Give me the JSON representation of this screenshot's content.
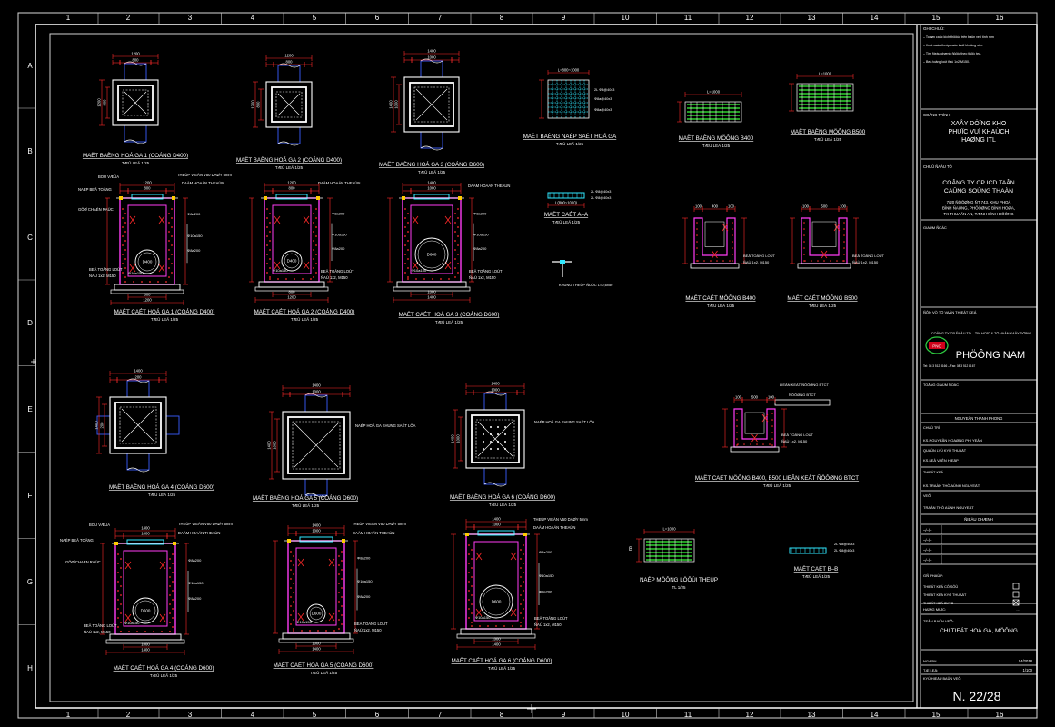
{
  "colors": {
    "background": "#000000",
    "frame": "#e0e0e0",
    "wall": "#ff3cf5",
    "rebar": "#ff2a2a",
    "dimension": "#ff2a2a",
    "pipe": "#3a5cff",
    "text": "#ffffff",
    "grating": "#2fd12f",
    "cyan": "#30e8ff"
  },
  "grid": {
    "columns": [
      "1",
      "2",
      "3",
      "4",
      "5",
      "6",
      "7",
      "8",
      "9",
      "10",
      "11",
      "12",
      "13",
      "14",
      "15",
      "16"
    ],
    "rows": [
      "A",
      "B",
      "C",
      "D",
      "E",
      "F",
      "G",
      "H"
    ]
  },
  "drawings": [
    {
      "title": "MAËT BAÈNG HOÁ GA 1 (COÁNG D400)",
      "scale": "TÆÛ LEÄ 1/25",
      "dims": [
        "1200",
        "200",
        "800",
        "200"
      ]
    },
    {
      "title": "MAËT BAÈNG HOÁ GA 2 (COÁNG D400)",
      "scale": "TÆÛ LEÄ 1/25",
      "dims": [
        "1200",
        "200",
        "800",
        "200"
      ]
    },
    {
      "title": "MAËT BAÈNG HOÁ GA 3 (COÁNG D600)",
      "scale": "TÆÛ LEÄ 1/25",
      "dims": [
        "1400",
        "200",
        "1000",
        "200"
      ]
    },
    {
      "title": "MAËT BAÈNG NAÉP SAÉT HOÁ GA",
      "scale": "TÆÛ LEÄ 1/25",
      "dims": [
        "L=800~1000",
        "2L Φ8@40x3"
      ]
    },
    {
      "title": "MAËT BAÈNG MÖÔNG B400",
      "scale": "TÆÛ LEÄ 1/25",
      "dims": [
        "L=1000",
        "10",
        "10"
      ]
    },
    {
      "title": "MAËT BAÈNG MÖÔNG B500",
      "scale": "TÆÛ LEÄ 1/25",
      "dims": [
        "L=1000",
        "10",
        "10"
      ]
    },
    {
      "title": "MAËT CAÉT HOÁ GA 1 (COÁNG D400)",
      "scale": "TÆÛ LEÄ 1/25",
      "dims": [
        "1200",
        "200",
        "800",
        "200"
      ],
      "pipe": "D400"
    },
    {
      "title": "MAËT CAÉT HOÁ GA 2 (COÁNG D400)",
      "scale": "TÆÛ LEÄ 1/25",
      "dims": [
        "1200",
        "200",
        "800",
        "200"
      ],
      "pipe": "D400"
    },
    {
      "title": "MAËT CAÉT HOÁ GA 3 (COÁNG D600)",
      "scale": "TÆÛ LEÄ 1/25",
      "dims": [
        "1400",
        "200",
        "1000",
        "200"
      ],
      "pipe": "D600"
    },
    {
      "title": "MAËT CAÉT A–A",
      "scale": "TÆÛ LEÄ 1/25",
      "dims": [
        "L(800~1000)"
      ]
    },
    {
      "title": "MAËT CAÉT MÖÔNG B400",
      "scale": "TÆÛ LEÄ 1/25",
      "dims": [
        "100",
        "400",
        "100"
      ]
    },
    {
      "title": "MAËT CAÉT MÖÔNG B500",
      "scale": "TÆÛ LEÄ 1/25",
      "dims": [
        "100",
        "500",
        "100"
      ]
    },
    {
      "title": "MAËT BAÈNG HOÁ GA 4 (COÁNG D600)",
      "scale": "TÆÛ LEÄ 1/25",
      "dims": [
        "1400",
        "100",
        "200",
        "1000",
        "200",
        "100"
      ]
    },
    {
      "title": "MAËT BAÈNG HOÁ GA 5 (COÁNG D600)",
      "scale": "TÆÛ LEÄ 1/25",
      "dims": [
        "1400",
        "200",
        "1000",
        "200"
      ]
    },
    {
      "title": "MAËT BAÈNG HOÁ GA 6 (COÁNG D600)",
      "scale": "TÆÛ LEÄ 1/25",
      "dims": [
        "1400",
        "200",
        "1000",
        "200"
      ]
    },
    {
      "title": "MAËT CAÉT MÖÔNG B400, B500 LIEÂN KEÁT ÑÖÔØNG BTCT",
      "scale": "TÆÛ LEÄ 1/25",
      "dims": [
        "100",
        "500",
        "100"
      ]
    },
    {
      "title": "MAËT CAÉT HOÁ GA 4 (COÁNG D600)",
      "scale": "TÆÛ LEÄ 1/25",
      "dims": [
        "1400",
        "200",
        "1000",
        "200"
      ],
      "pipe": "D600"
    },
    {
      "title": "MAËT CAÉT HOÁ GA 5 (COÁNG D600)",
      "scale": "TÆÛ LEÄ 1/25",
      "dims": [
        "1400",
        "200",
        "1000",
        "200"
      ],
      "pipe": "D600"
    },
    {
      "title": "MAËT CAÉT HOÁ GA 6 (COÁNG D600)",
      "scale": "TÆÛ LEÄ 1/25",
      "dims": [
        "1400",
        "200",
        "1000",
        "200"
      ],
      "pipe": "D600"
    },
    {
      "title": "NAÉP MÖÔNG LÖÔÙI THEÙP",
      "scale": "TL 1/25",
      "dims": [
        "L=1000"
      ]
    },
    {
      "title": "MAËT CAÉT B–B",
      "scale": "TÆÛ LEÄ 1/25",
      "dims": []
    }
  ],
  "annotations": {
    "lid": "BOÙ VÆÛA",
    "angle_steel": "THEÙP VIEÀN V50 DAØY 5mm",
    "cover": "NAÉP BEÂ TOÂNG",
    "ledge": "GÔØ CHAÉN RAÙC",
    "beam": "DAÀM HOAÁN THEAÙN",
    "lining": "BEÂ TOÂNG LOÙT",
    "lining_grade": "ÑAÙ 1x2, M150",
    "lid_note": "NAÉP HOÁ GA KHUNG SAÉT LÖA",
    "grating_steel": "KHUNG THEÙP ÑUÙC L=0,6x50",
    "joint": "LIEÂN KEÁT ÑÖÔØNG BTCT",
    "road": "ÑÖÔØNG BTCT"
  },
  "title_block": {
    "notes_label": "GHI CHUÙ:",
    "notes": [
      "– Toaøn caùc kích thöôùc trên baûn veõ tính mm",
      "– Keát caáu theùp caùc loaïi khoâng sôn.",
      "– Tim ñieàu chænh ñöôïc theo thöïc teá.",
      "– Beâ toâng loùt ñaù 1x2 M150."
    ],
    "project_label": "COÂNG TRÌNH:",
    "project": "XAÂY DÖÏNG KHO PHUÏC VUÏ KHAÙCH HAØNG ITL",
    "owner_label": "CHUÛ ÑAÀU TÖ",
    "owner": "COÂNG TY CP ICD TAÂN CAÛNG SOÙNG THAÀN",
    "address": "7/20 ÑÖÔØNG ÑT 743, KHU PHOÁ BÌNH ÑAÙNG, PHÖÔØNG BÌNH HOØA, TX THUAÄN AN, TÆNH BÌNH DÖÔNG",
    "approve_label": "GIAÙM ÑOÁC",
    "consultant_label": "ÑÔN VÒ TÖ VAÁN THIEÁT KEÁ",
    "consultant": "COÂNG TY CP ÑAÀU TÖ – TIN HOÏC & TÖ VAÁN XAÂY DÖÏNG",
    "brand": "PHÖÔNG NAM",
    "logo": "PNC",
    "contact": "Tel: 08 3 512 8166 – Fax: 08 3 512 8167",
    "director_label": "TOÅNG GIAÙM ÑOÁC",
    "director": "NGUYEÃN THANH PHONG",
    "chair_label": "CHUÛ TRÌ",
    "chair": "KS.NGUYEÃN HOAØNG PHI YEÁN",
    "qa_label": "QUAÛN LYÙ KYÕ THUAÄT",
    "qa": "KS.LEÂ VAÊN HIEÄP",
    "design_label": "THIEÁT KEÁ",
    "design": "KS.TRAÀN THÒ AÙNH NGUYEÄT",
    "draw_label": "VEÕ",
    "draw": "TRAÀN THÒ AÙNH NGUYEÄT",
    "rev_label": "ÑIEÀU CHÆNH",
    "revisions": [
      "–/–/–",
      "–/–/–",
      "–/–/–",
      "–/–/–"
    ],
    "phase_label": "GÑ PHAÙP:",
    "phase_items": [
      "THIEÁT KEÁ CÔ SÔÛ",
      "THIEÁT KEÁ KYÕ THUAÄT",
      "THIEÁT KEÁ BVTC"
    ],
    "item_label": "HAÏNG MUÏC:",
    "item_value": "...",
    "drawing_label": "TEÂN BAÛN VEÕ:",
    "drawing_name": "CHI TIEÁT HOÁ GA, MÖÔNG",
    "date_label": "NGAØY:",
    "date": "04/2018",
    "scale_label": "TÆ LEÄ:",
    "scale": "1/100",
    "sheet_label": "KYÙ HIEÄU BAÛN VEÕ:",
    "sheet": "N. 22/28"
  }
}
